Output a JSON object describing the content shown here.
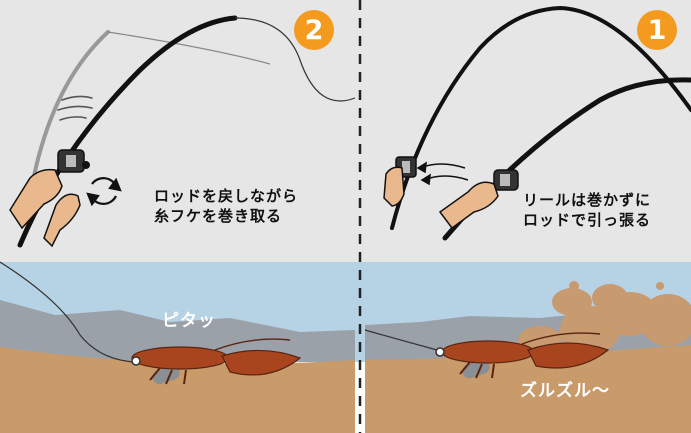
{
  "left_panel": {
    "step_number": "2",
    "instruction_line1": "ロッドを戻しながら",
    "instruction_line2": "糸フケを巻き取る",
    "lure_caption": "ピタッ"
  },
  "right_panel": {
    "step_number": "1",
    "instruction_line1": "リールは巻かずに",
    "instruction_line2": "ロッドで引っ張る",
    "lure_caption": "ズルズル～"
  },
  "colors": {
    "sky": "#e6e6e6",
    "water": "#b6d3e6",
    "rock": "#9aa1a8",
    "sand": "#c99a6a",
    "sand_cloud": "#c79a70",
    "lure": "#a8451f",
    "badge": "#f39a1f",
    "skin": "#e9b98d"
  },
  "icons": [
    "rotate-arrows-icon",
    "pull-arrows-icon",
    "motion-lines-icon",
    "lure-shrimp-icon"
  ]
}
